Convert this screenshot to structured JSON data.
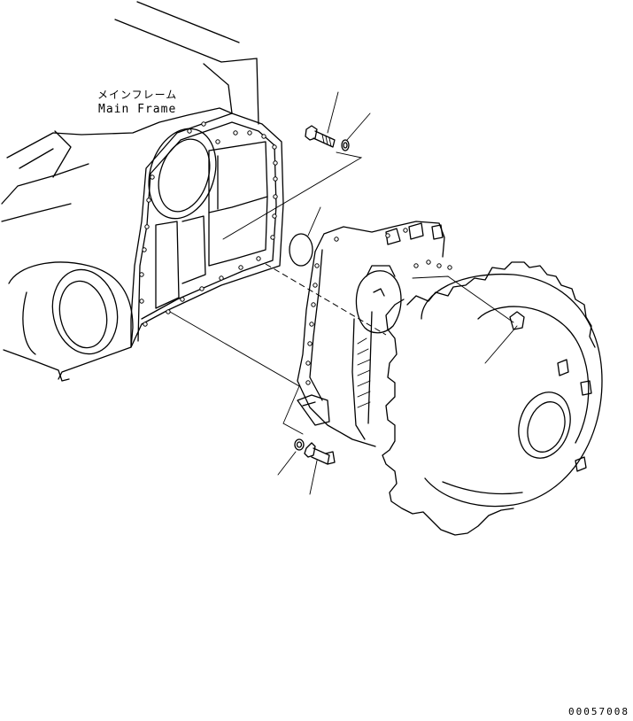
{
  "labels": {
    "main_frame_jp": "メインフレーム",
    "main_frame_en": "Main Frame"
  },
  "drawing_number": "00057008",
  "colors": {
    "line": "#000000",
    "background": "#ffffff"
  },
  "parts": [
    "main-frame",
    "final-drive-assembly",
    "sprocket",
    "o-ring",
    "bolt-upper",
    "washer-upper",
    "bolt-lower",
    "washer-lower"
  ]
}
